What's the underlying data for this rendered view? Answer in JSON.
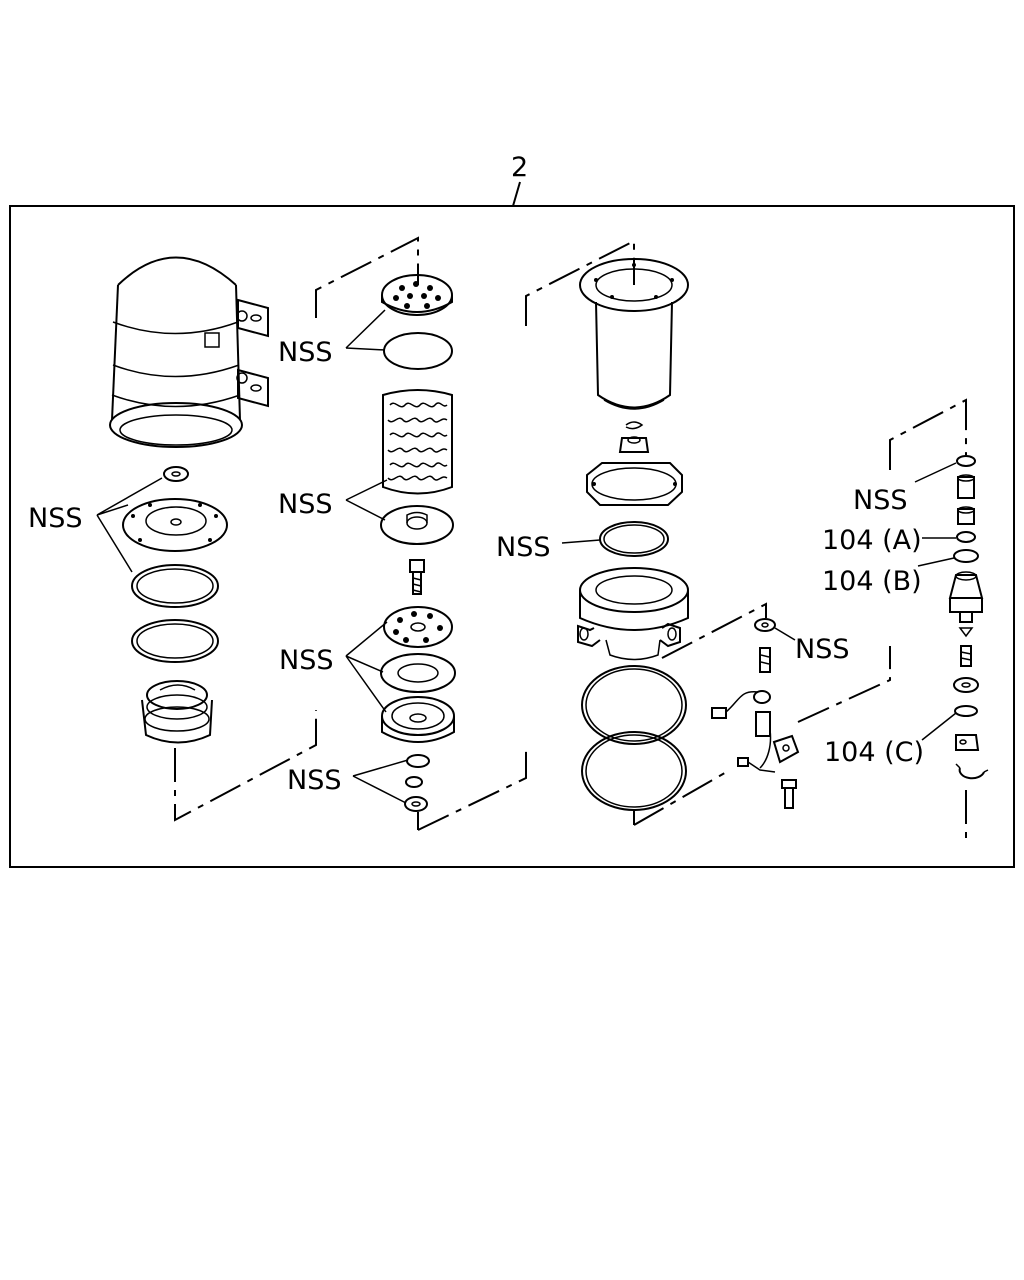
{
  "diagram": {
    "assembly_number": "2",
    "labels": {
      "nss_1": "NSS",
      "nss_2": "NSS",
      "nss_3": "NSS",
      "nss_4": "NSS",
      "nss_5": "NSS",
      "nss_6": "NSS",
      "nss_7": "NSS",
      "nss_8": "NSS",
      "part_104a": "104 (A)",
      "part_104b": "104 (B)",
      "part_104c": "104 (C)"
    }
  }
}
